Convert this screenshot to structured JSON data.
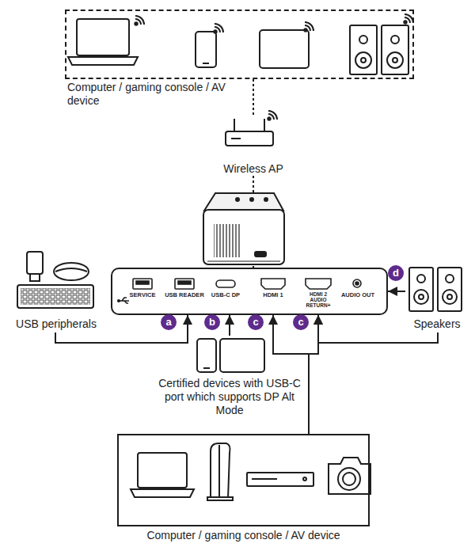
{
  "diagram": {
    "nodes": [
      {
        "text": [
          "Computer / gaming console / AV device"
        ]
      },
      {
        "text": [
          "Wireless AP"
        ]
      },
      {
        "text": [
          "SERVICE",
          "USB READER",
          "USB-C DP",
          "HDMI 1",
          "HDMI 2 AUDIO RETURN+",
          "AUDIO OUT"
        ]
      },
      {
        "text": [
          "USB peripherals"
        ]
      },
      {
        "text": [
          "Speakers"
        ]
      },
      {
        "text": [
          "Certified devices with USB-C port which supports DP Alt Mode"
        ]
      },
      {
        "text": [
          "Computer / gaming console / AV device"
        ]
      }
    ],
    "edges": [
      {
        "from": 0,
        "to": 1,
        "arrow": "none"
      },
      {
        "from": 1,
        "to": 2,
        "arrow": "none"
      },
      {
        "from": 3,
        "to": 2,
        "arrow": "to"
      },
      {
        "from": 5,
        "to": 2,
        "arrow": "to"
      },
      {
        "from": 6,
        "to": 2,
        "arrow": "to"
      },
      {
        "from": 6,
        "to": 2,
        "arrow": "to"
      },
      {
        "from": 4,
        "to": 2,
        "arrow": "to"
      },
      {
        "from": 4,
        "to": 2,
        "arrow": "to"
      }
    ],
    "labels": [
      "a",
      "b",
      "c",
      "c",
      "d"
    ]
  }
}
